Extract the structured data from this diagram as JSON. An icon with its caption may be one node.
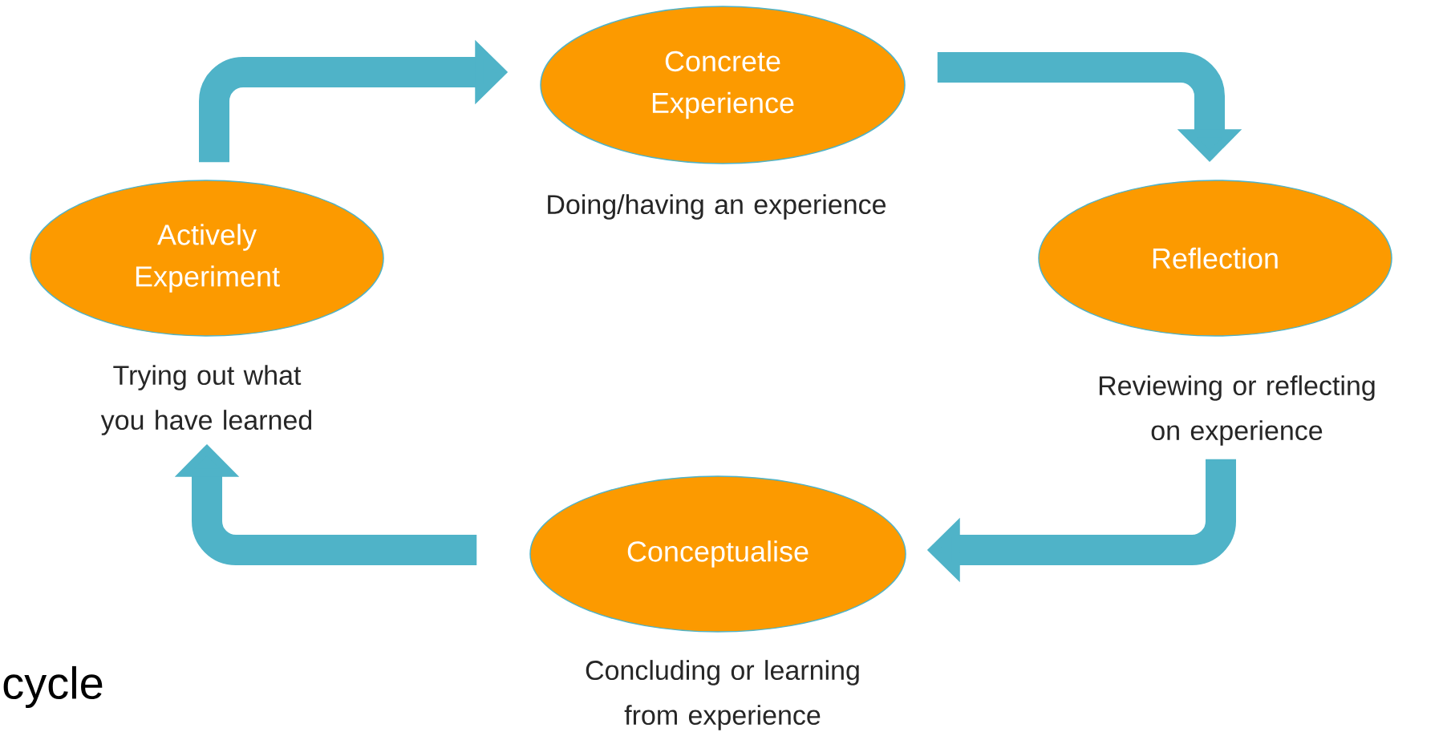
{
  "diagram": {
    "nodes": [
      {
        "text": [
          "Concrete Experience"
        ],
        "beside": [
          "Doing/having an experience"
        ]
      },
      {
        "text": [
          "Reflection"
        ],
        "beside": [
          "Reviewing or reflecting on experience"
        ]
      },
      {
        "text": [
          "Conceptualise"
        ],
        "beside": [
          "Concluding or learning from experience"
        ]
      },
      {
        "text": [
          "Actively Experiment"
        ],
        "beside": [
          "Trying out what you have learned"
        ]
      }
    ],
    "edges": [
      {
        "from": 3,
        "to": 0,
        "arrow": "to"
      },
      {
        "from": 0,
        "to": 1,
        "arrow": "to"
      },
      {
        "from": 1,
        "to": 2,
        "arrow": "to"
      },
      {
        "from": 2,
        "to": 3,
        "arrow": "to"
      }
    ],
    "labels": [
      "cycle"
    ]
  }
}
